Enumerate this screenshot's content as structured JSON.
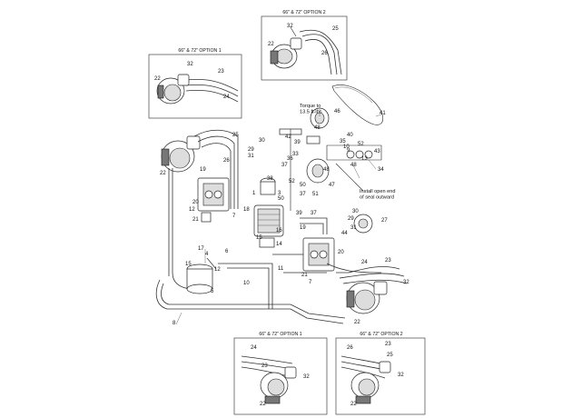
{
  "insets": {
    "top_center": {
      "title": "66\" & 72\" OPTION 2",
      "callouts": [
        "32",
        "25",
        "22",
        "26"
      ]
    },
    "top_left": {
      "title": "66\" & 72\" OPTION 1",
      "callouts": [
        "32",
        "23",
        "22",
        "24"
      ]
    },
    "bottom_center": {
      "title": "66\" & 72\" OPTION 1",
      "callouts": [
        "24",
        "23",
        "32",
        "22"
      ]
    },
    "bottom_right": {
      "title": "66\" & 72\" OPTION 2",
      "callouts": [
        "26",
        "23",
        "25",
        "32",
        "22"
      ]
    }
  },
  "notes": {
    "torque": "Torque to\n13.5 ft-lbs",
    "install": "Install open end\nof seal outward"
  },
  "callouts": {
    "c41": "41",
    "c46": "46",
    "c48a": "48",
    "c40": "40",
    "c35": "35",
    "c42": "42",
    "c39": "39",
    "c52a": "52",
    "c43": "43",
    "c10": "10",
    "c9": "9",
    "c13": "13",
    "c48b": "48",
    "c34": "34",
    "c36": "36",
    "c33": "33",
    "c37a": "37",
    "c30a": "30",
    "c29a": "29",
    "c31a": "31",
    "c48c": "48",
    "c52b": "52",
    "c50": "50",
    "c47": "47",
    "c37b": "37",
    "c51": "51",
    "c25": "25",
    "c26": "26",
    "c22a": "22",
    "c19a": "19",
    "c20a": "20",
    "c38": "38",
    "c1": "1",
    "c3": "3",
    "c50b": "50",
    "c12": "12",
    "c21a": "21",
    "c18": "18",
    "c7": "7",
    "c39b": "39",
    "c37c": "37",
    "c30b": "30",
    "c29b": "29",
    "c31b": "31",
    "c27": "27",
    "c44": "44",
    "c16": "16",
    "c15": "15",
    "c14": "14",
    "c19b": "19",
    "c20b": "20",
    "c17": "17",
    "c4": "4",
    "c6": "6",
    "c15b": "15",
    "c12b": "12",
    "c5": "5",
    "c10b": "10",
    "c11": "11",
    "c21b": "21",
    "c7b": "7",
    "c24": "24",
    "c23": "23",
    "c32": "32",
    "c22b": "22",
    "c8": "8"
  }
}
